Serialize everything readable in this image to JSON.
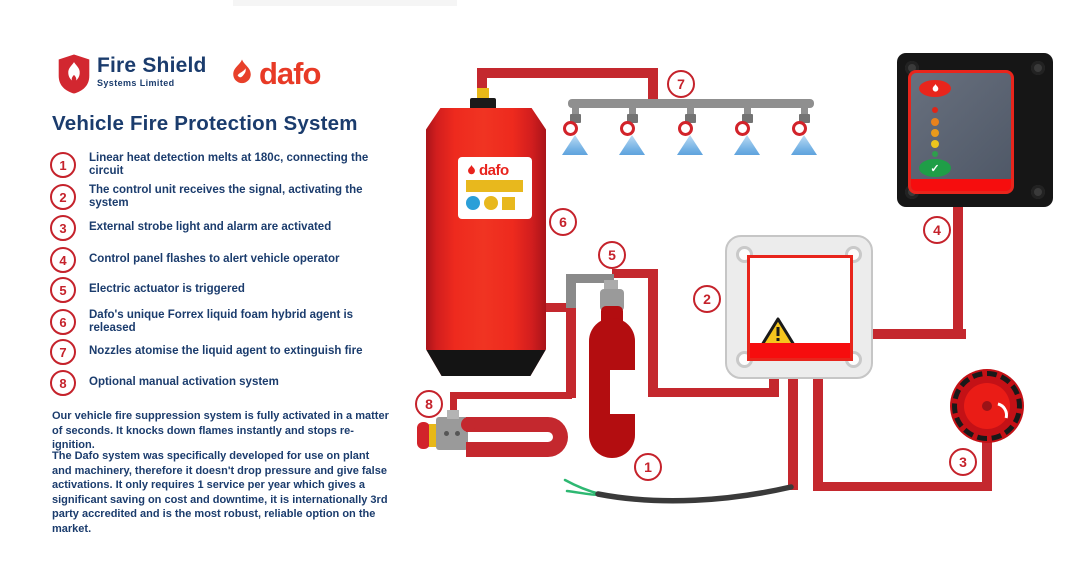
{
  "brand": {
    "fire_shield_name": "Fire Shield",
    "fire_shield_sub": "Systems Limited",
    "dafo_wordmark": "dafo"
  },
  "title": "Vehicle Fire Protection System",
  "steps": [
    {
      "num": "1",
      "text": "Linear heat detection melts at 180c, connecting the circuit"
    },
    {
      "num": "2",
      "text": "The control unit receives the signal, activating the system"
    },
    {
      "num": "3",
      "text": "External strobe light and alarm are activated"
    },
    {
      "num": "4",
      "text": "Control panel flashes to alert vehicle operator"
    },
    {
      "num": "5",
      "text": "Electric actuator is triggered"
    },
    {
      "num": "6",
      "text": "Dafo's unique Forrex liquid foam hybrid agent is released"
    },
    {
      "num": "7",
      "text": "Nozzles atomise the liquid agent to extinguish fire"
    },
    {
      "num": "8",
      "text": "Optional manual activation system"
    }
  ],
  "paragraphs": {
    "p1": "Our vehicle fire suppression system is fully activated in a matter of seconds. It knocks down flames instantly and stops re-ignition.",
    "p2": "The Dafo system was specifically developed for use on plant and machinery, therefore it doesn't drop pressure and give false activations. It only requires 1 service per year which gives a significant saving on cost and downtime, it is internationally 3rd party accredited and is the most robust, reliable option on the market."
  },
  "diagram": {
    "tank_label_wordmark": "dafo",
    "markers": [
      {
        "num": "1"
      },
      {
        "num": "2"
      },
      {
        "num": "3"
      },
      {
        "num": "4"
      },
      {
        "num": "5"
      },
      {
        "num": "6"
      },
      {
        "num": "7"
      },
      {
        "num": "8"
      }
    ],
    "icons": {
      "check": "✓"
    },
    "colors": {
      "navy_text": "#1b3c6d",
      "marker_red": "#c5222b",
      "pipe_red": "#c4282e",
      "tank_red": "#ee2a1e",
      "bottle_dark_red": "#b30d10",
      "gray_pipe": "#8a8a8a",
      "label_yellow": "#e8b81d",
      "label_blue": "#2b9fd8",
      "panel_green": "#1f9e47",
      "spray_blue": "#74b1e4"
    }
  }
}
